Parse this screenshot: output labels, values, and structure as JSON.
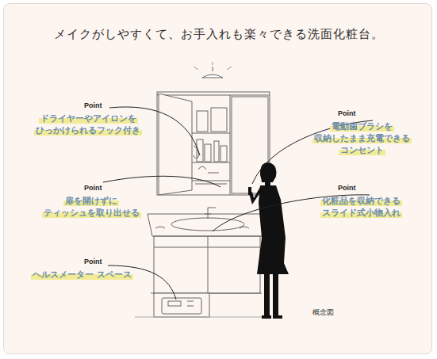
{
  "diagram": {
    "title": "メイクがしやすくて、お手入れも楽々できる洗面化粧台。",
    "nodes": [
      {
        "text": [
          "Point",
          "ドライヤーやアイロンを ひっかけられるフック付き"
        ]
      },
      {
        "text": [
          "Point",
          "電動歯ブラシを 収納したまま充電できる コンセント"
        ]
      },
      {
        "text": [
          "Point",
          "扉を開けずに ティッシュを取り出せる"
        ]
      },
      {
        "text": [
          "Point",
          "化粧品を収納できる スライド式小物入れ"
        ]
      },
      {
        "text": [
          "Point",
          "ヘルスメーター スペース"
        ]
      }
    ],
    "labels": [
      "概念図"
    ]
  }
}
